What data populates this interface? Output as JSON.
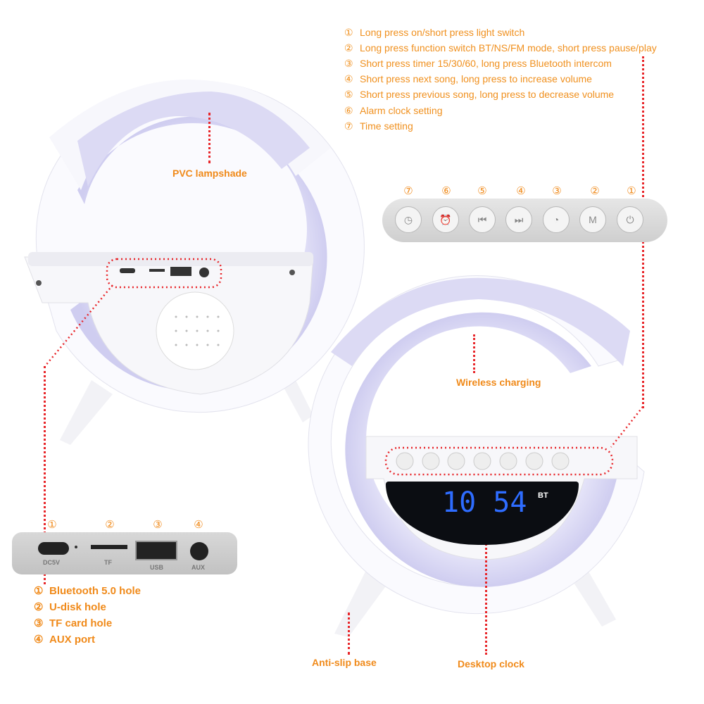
{
  "instructions": [
    {
      "num": "①",
      "text": "Long press on/short press light switch"
    },
    {
      "num": "②",
      "text": "Long press function switch BT/NS/FM mode, short press pause/play"
    },
    {
      "num": "③",
      "text": "Short press timer 15/30/60, long press Bluetooth intercom"
    },
    {
      "num": "④",
      "text": "Short press next song, long press to increase volume"
    },
    {
      "num": "⑤",
      "text": "Short press previous song, long press to decrease volume"
    },
    {
      "num": "⑥",
      "text": "Alarm clock setting"
    },
    {
      "num": "⑦",
      "text": "Time setting"
    }
  ],
  "buttons": [
    {
      "num": "⑦",
      "icon": "clock-icon"
    },
    {
      "num": "⑥",
      "icon": "alarm-icon"
    },
    {
      "num": "⑤",
      "icon": "previous-icon"
    },
    {
      "num": "④",
      "icon": "next-icon"
    },
    {
      "num": "③",
      "icon": "timer-icon"
    },
    {
      "num": "②",
      "icon": "mode-play-pause-icon",
      "text": "M"
    },
    {
      "num": "①",
      "icon": "light-power-icon"
    }
  ],
  "ports": [
    {
      "num": "①",
      "label": "DC5V"
    },
    {
      "num": "②",
      "label": "TF"
    },
    {
      "num": "③",
      "label": "USB"
    },
    {
      "num": "④",
      "label": "AUX"
    }
  ],
  "port_descriptions": [
    {
      "num": "①",
      "text": "Bluetooth 5.0 hole"
    },
    {
      "num": "②",
      "text": "U-disk hole"
    },
    {
      "num": "③",
      "text": "TF card hole"
    },
    {
      "num": "④",
      "text": "AUX port"
    }
  ],
  "callouts": {
    "lampshade": "PVC lampshade",
    "wireless": "Wireless charging",
    "base": "Anti-slip base",
    "clock": "Desktop clock"
  },
  "display": {
    "time": "10 54",
    "mode": "BT"
  },
  "colors": {
    "accent": "#f08a1a",
    "dots": "#e8262a",
    "digits": "#2e6cff",
    "glow": "#d8d7f4"
  }
}
